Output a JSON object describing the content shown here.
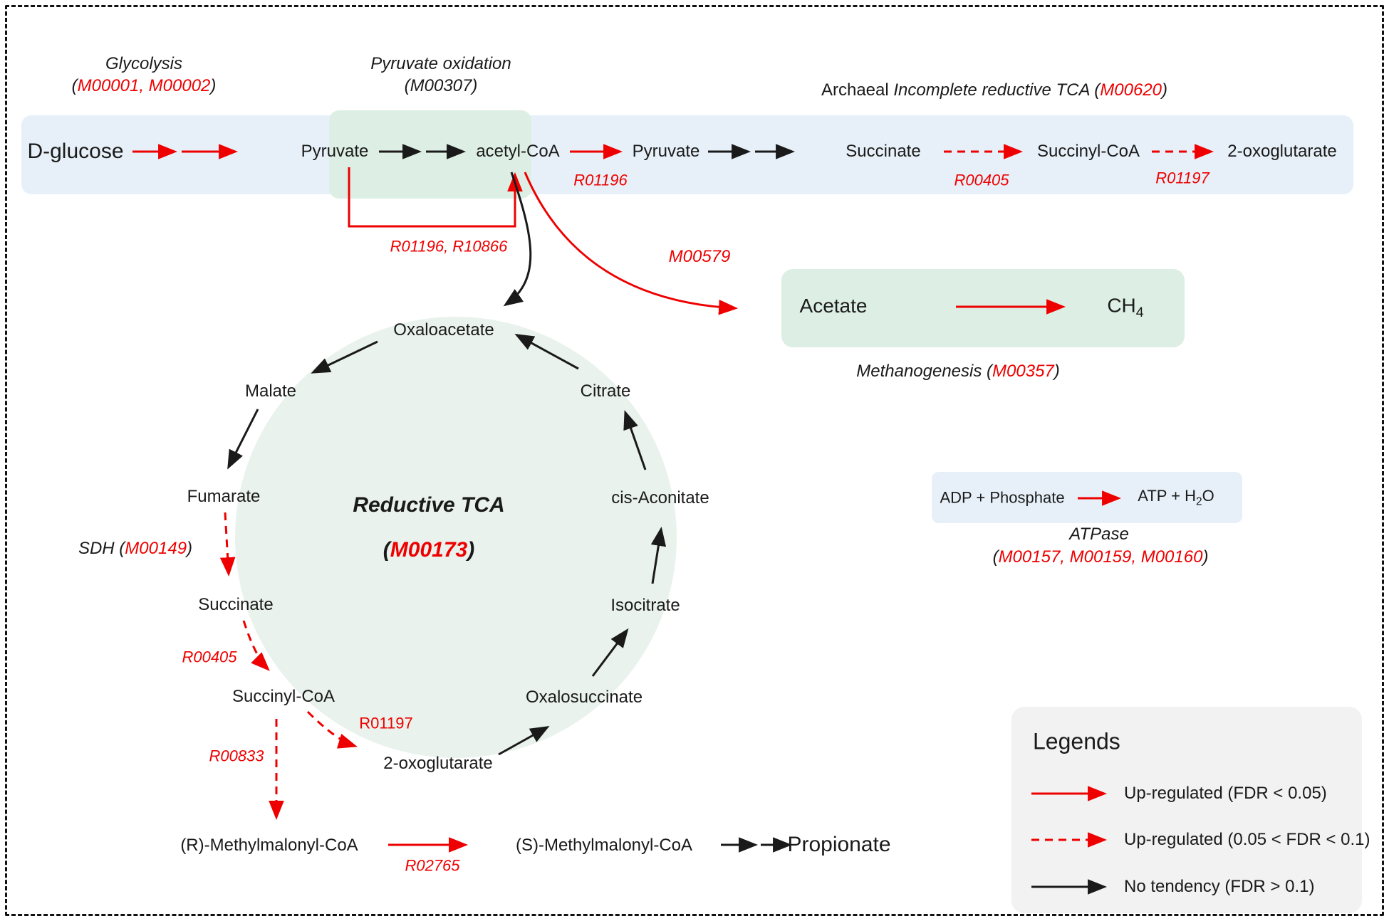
{
  "header": {
    "glycolysis": {
      "name": "Glycolysis",
      "open": "(",
      "modules": "M00001, M00002",
      "close": ")"
    },
    "pyruvate_oxidation": {
      "name": "Pyruvate oxidation",
      "modules": "(M00307)"
    },
    "archaeal": {
      "prefix": "Archaeal ",
      "name": "Incomplete reductive TCA ",
      "open": "(",
      "module": "M00620",
      "close": ")"
    }
  },
  "top_pathway": {
    "d_glucose": "D-glucose",
    "pyruvate1": "Pyruvate",
    "acetyl_coa": "acetyl-CoA",
    "r01196": "R01196",
    "pyruvate2": "Pyruvate",
    "succinate": "Succinate",
    "r00405": "R00405",
    "succinyl_coa": "Succinyl-CoA",
    "r01197": "R01197",
    "oxoglutarate": "2-oxoglutarate",
    "bypass_label": "R01196, R10866"
  },
  "methanogenesis": {
    "m00579": "M00579",
    "acetate": "Acetate",
    "ch_base": "CH",
    "ch_sub": "4",
    "caption_name": "Methanogenesis ",
    "open": "(",
    "module": "M00357",
    "close": ")"
  },
  "tca": {
    "title": "Reductive TCA",
    "open": "(",
    "module": "M00173",
    "close": ")",
    "oxaloacetate": "Oxaloacetate",
    "malate": "Malate",
    "fumarate": "Fumarate",
    "succinate": "Succinate",
    "succinyl_coa": "Succinyl-CoA",
    "oxoglutarate": "2-oxoglutarate",
    "oxalosuccinate": "Oxalosuccinate",
    "isocitrate": "Isocitrate",
    "cis_aconitate": "cis-Aconitate",
    "citrate": "Citrate",
    "sdh_name": "SDH ",
    "sdh_open": "(",
    "sdh_module": "M00149",
    "sdh_close": ")",
    "r00405": "R00405",
    "r01197": "R01197",
    "r00833": "R00833"
  },
  "bottom_pathway": {
    "r_mmcoa": "(R)-Methylmalonyl-CoA",
    "r02765": "R02765",
    "s_mmcoa": "(S)-Methylmalonyl-CoA",
    "propionate": "Propionate"
  },
  "atpase": {
    "substrate": "ADP + Phosphate",
    "product_pre": "ATP + H",
    "product_sub": "2",
    "product_post": "O",
    "name": "ATPase",
    "open": "(",
    "modules": "M00157, M00159, M00160",
    "close": ")"
  },
  "legends": {
    "title": "Legends",
    "up_solid": "Up-regulated (FDR < 0.05)",
    "up_dashed": "Up-regulated (0.05 < FDR < 0.1)",
    "no_tendency": "No tendency (FDR > 0.1)"
  },
  "colors": {
    "red": "#ee0000",
    "black": "#1a1a1a",
    "band_blue": "#e7f0f8",
    "box_green": "#ddefe4",
    "circle_green": "#e9f2ec",
    "legend_gray": "#f2f2f2"
  }
}
